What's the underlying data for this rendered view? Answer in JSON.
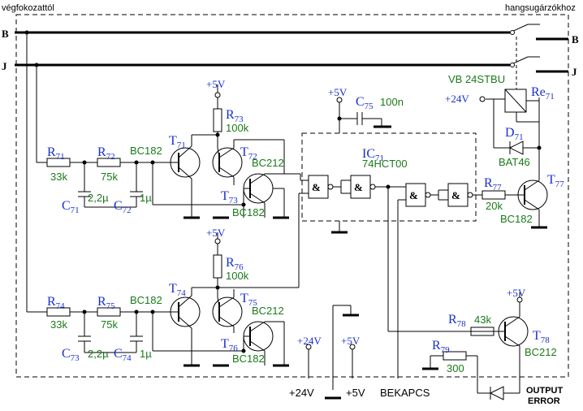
{
  "header": {
    "left": "végfokozattól",
    "right": "hangsugárzókhoz"
  },
  "rails": {
    "b_in": "B",
    "j_in": "J",
    "b_out": "B",
    "j_out": "J"
  },
  "relay": {
    "type": "VB 24STBU",
    "name": "Re",
    "sub": "71"
  },
  "supplies": {
    "v5": "+5V",
    "v24": "+24V"
  },
  "ic": {
    "name": "IC",
    "sub": "71",
    "part": "74HCT00"
  },
  "gate_symbol": "&",
  "caps": [
    {
      "name": "C",
      "sub": "71",
      "val": "2,2µ"
    },
    {
      "name": "C",
      "sub": "72",
      "val": "1µ"
    },
    {
      "name": "C",
      "sub": "73",
      "val": "2,2µ"
    },
    {
      "name": "C",
      "sub": "74",
      "val": "1µ"
    },
    {
      "name": "C",
      "sub": "75",
      "val": "100n"
    }
  ],
  "resistors": [
    {
      "name": "R",
      "sub": "71",
      "val": "33k"
    },
    {
      "name": "R",
      "sub": "72",
      "val": "75k"
    },
    {
      "name": "R",
      "sub": "73",
      "val": "100k"
    },
    {
      "name": "R",
      "sub": "74",
      "val": "33k"
    },
    {
      "name": "R",
      "sub": "75",
      "val": "75k"
    },
    {
      "name": "R",
      "sub": "76",
      "val": "100k"
    },
    {
      "name": "R",
      "sub": "77",
      "val": "20k"
    },
    {
      "name": "R",
      "sub": "78",
      "val": "43k"
    },
    {
      "name": "R",
      "sub": "79",
      "val": "300"
    }
  ],
  "transistors": [
    {
      "name": "T",
      "sub": "71",
      "part": "BC182"
    },
    {
      "name": "T",
      "sub": "72",
      "part": "BC212"
    },
    {
      "name": "T",
      "sub": "73",
      "part": "BC182"
    },
    {
      "name": "T",
      "sub": "74",
      "part": "BC182"
    },
    {
      "name": "T",
      "sub": "75",
      "part": "BC212"
    },
    {
      "name": "T",
      "sub": "76",
      "part": "BC182"
    },
    {
      "name": "T",
      "sub": "77",
      "part": "BC182"
    },
    {
      "name": "T",
      "sub": "78",
      "part": "BC212"
    }
  ],
  "diode": {
    "name": "D",
    "sub": "71",
    "part": "BAT46"
  },
  "terminals": {
    "t24": "+24V",
    "t5": "+5V",
    "bekapcs": "BEKAPCS",
    "output1": "OUTPUT",
    "output2": "ERROR"
  }
}
